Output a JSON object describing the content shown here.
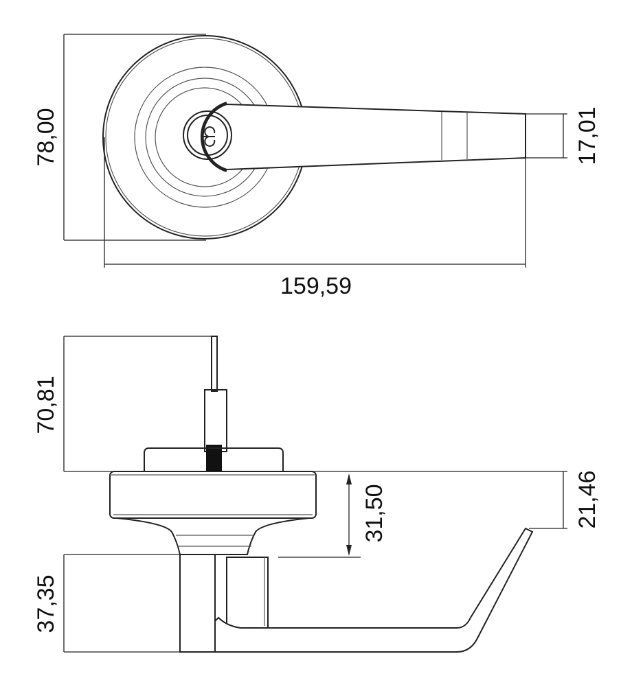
{
  "drawing": {
    "top_view": {
      "dimensions": {
        "height": "78,00",
        "lever_width": "17,01",
        "overall_length": "159,59"
      }
    },
    "side_view": {
      "dimensions": {
        "spindle_length": "70,81",
        "rosette_to_lever": "31,50",
        "lever_tip_offset": "21,46",
        "lever_height": "37,35"
      }
    }
  },
  "colors": {
    "line": "#222222",
    "background": "#ffffff"
  }
}
